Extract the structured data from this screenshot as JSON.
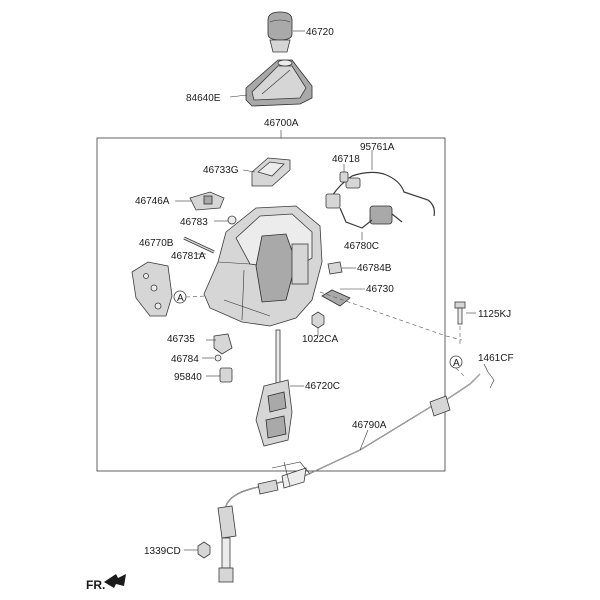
{
  "diagram": {
    "labels": {
      "p46720": "46720",
      "p84640E": "84640E",
      "p46700A": "46700A",
      "p46733G": "46733G",
      "p95761A": "95761A",
      "p46718": "46718",
      "p46746A": "46746A",
      "p46783": "46783",
      "p46770B": "46770B",
      "p46781A": "46781A",
      "p46780C": "46780C",
      "p46784B": "46784B",
      "p46730": "46730",
      "p1125KJ": "1125KJ",
      "p1022CA": "1022CA",
      "p46735": "46735",
      "p46784": "46784",
      "p95840": "95840",
      "p46720C": "46720C",
      "p1461CF": "1461CF",
      "p46790A": "46790A",
      "p1339CD": "1339CD",
      "ref_a1": "A",
      "ref_a2": "A",
      "fr": "FR."
    }
  }
}
